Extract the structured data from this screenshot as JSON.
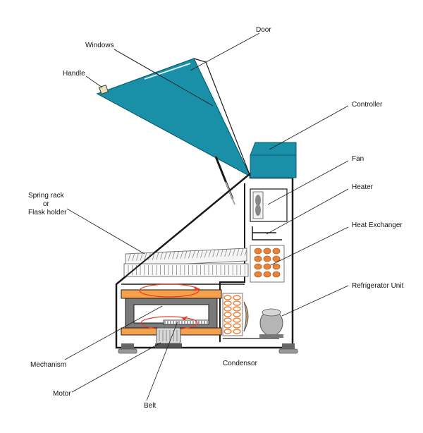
{
  "labels": {
    "door": "Door",
    "windows": "Windows",
    "handle": "Handle",
    "controller": "Controller",
    "fan": "Fan",
    "heater": "Heater",
    "heat_exchanger": "Heat Exchanger",
    "spring_rack_line1": "Spring rack",
    "spring_rack_line2": "or",
    "spring_rack_line3": "Flask holder",
    "refrigerator_unit": "Refrigerator Unit",
    "mechanism": "Mechanism",
    "condensor": "Condensor",
    "motor": "Motor",
    "belt": "Belt"
  },
  "colors": {
    "door": "#1a8fa8",
    "platform": "#f5a04a",
    "coil": "#e8823a",
    "rotation_arrow": "#e8402a",
    "outline": "#1a1a1a"
  }
}
